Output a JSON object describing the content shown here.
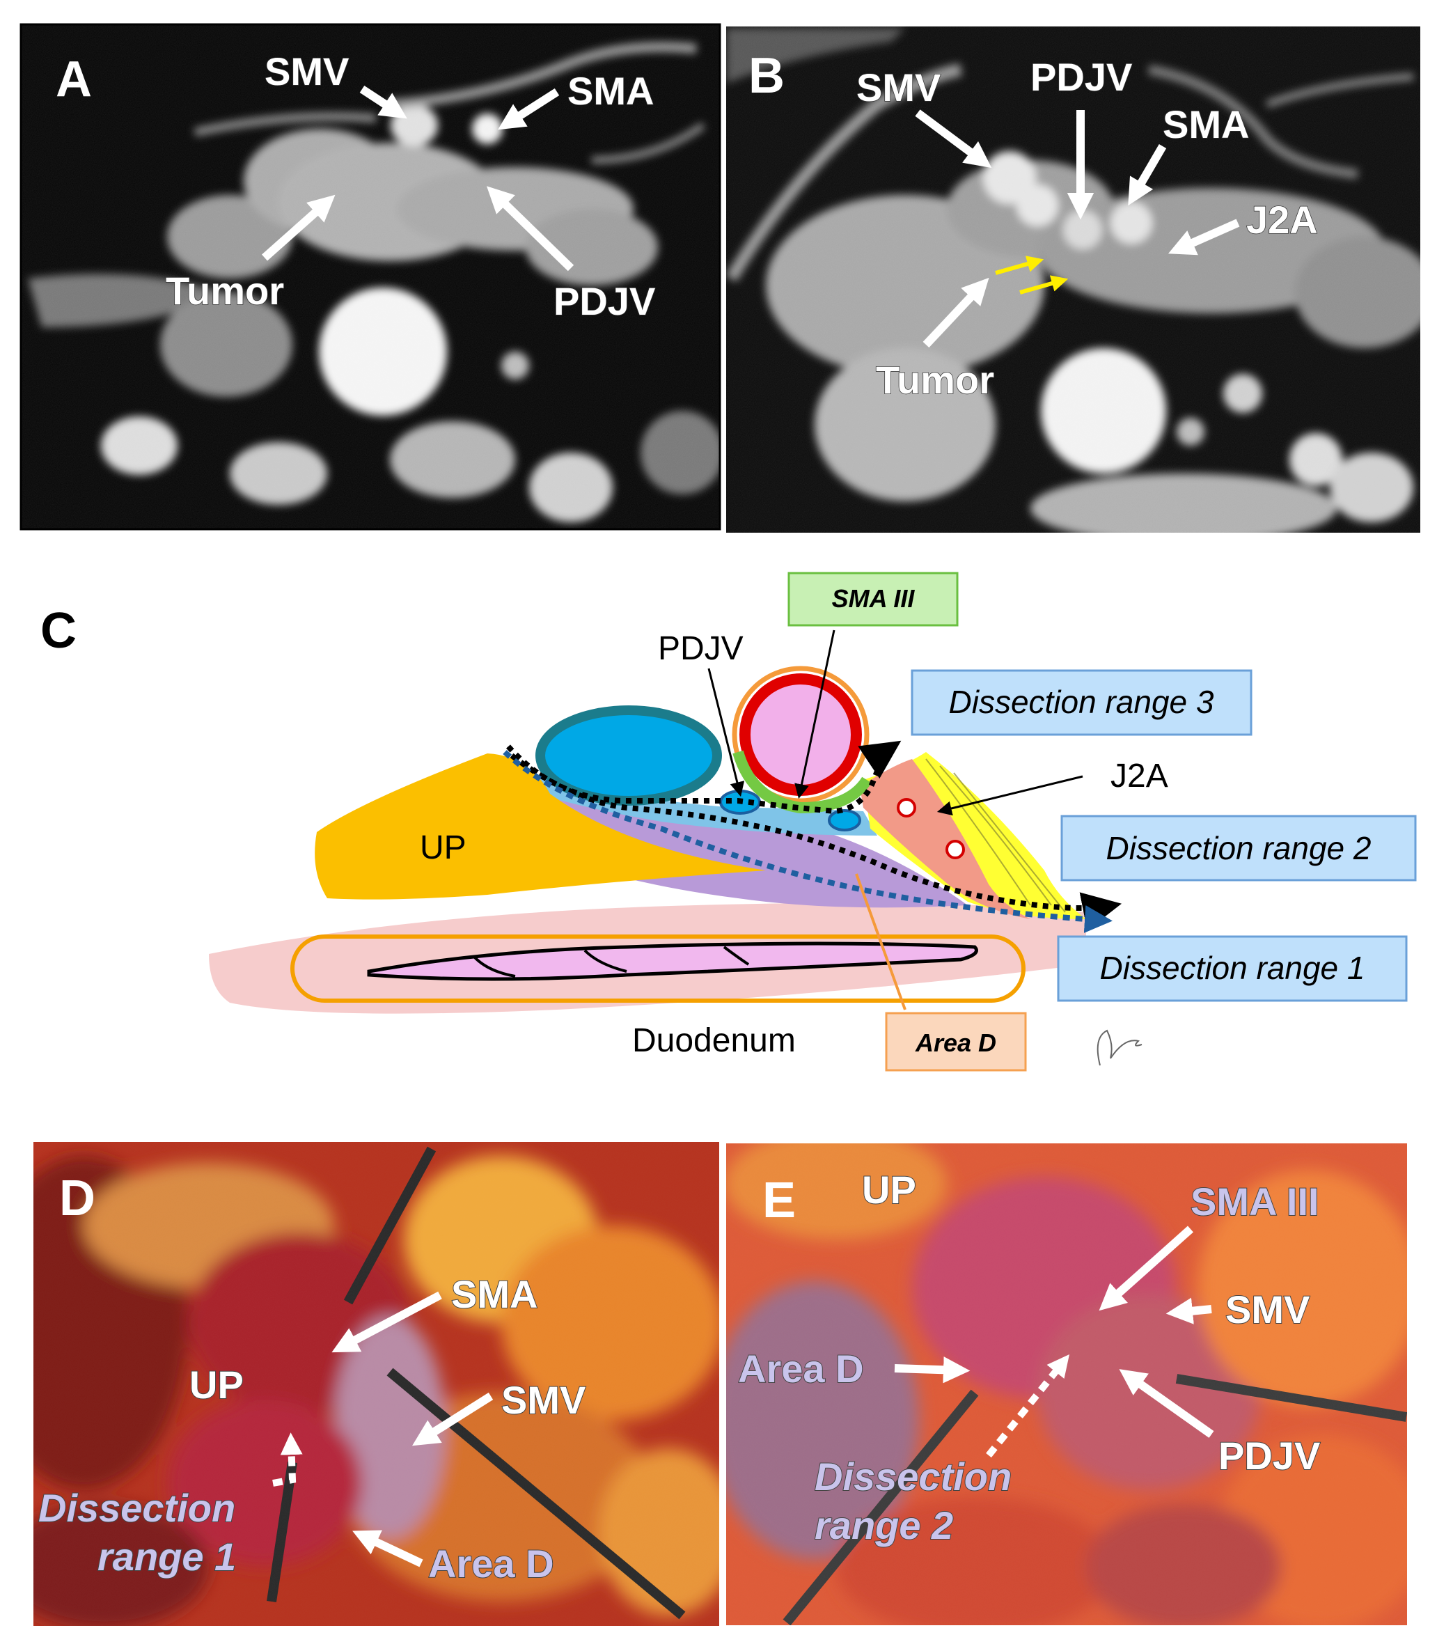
{
  "panel_a": {
    "letter": "A",
    "labels": {
      "smv": "SMV",
      "sma": "SMA",
      "tumor": "Tumor",
      "pdjv": "PDJV"
    }
  },
  "panel_b": {
    "letter": "B",
    "labels": {
      "smv": "SMV",
      "pdjv": "PDJV",
      "sma": "SMA",
      "j2a": "J2A",
      "tumor": "Tumor"
    }
  },
  "panel_c": {
    "letter": "C",
    "labels": {
      "pdjv": "PDJV",
      "j2a": "J2A",
      "up": "UP",
      "duodenum": "Duodenum"
    },
    "boxes": {
      "sma_iii": "SMA III",
      "range_3": "Dissection range 3",
      "range_2": "Dissection range 2",
      "range_1": "Dissection range 1",
      "area_d": "Area D"
    }
  },
  "panel_d": {
    "letter": "D",
    "labels": {
      "sma": "SMA",
      "smv": "SMV",
      "up": "UP",
      "area_d": "Area D",
      "dissection_line1": "Dissection",
      "dissection_line2": "range 1"
    }
  },
  "panel_e": {
    "letter": "E",
    "labels": {
      "up": "UP",
      "sma_iii": "SMA III",
      "smv": "SMV",
      "area_d": "Area D",
      "pdjv": "PDJV",
      "dissection_line1": "Dissection",
      "dissection_line2": "range 2"
    }
  },
  "colors": {
    "uncinate_process": "#fbbf00",
    "smv": "#00a8e6",
    "sma_wall": "#e00000",
    "sma_lumen": "#f2b0ea",
    "sma_iii_plexus": "#74c943",
    "area_d": "#b89ad8",
    "j2a_tissue": "#f29a88",
    "yellow_region": "#ffff33",
    "duodenum": "#f6cccc",
    "duodenum_wall": "#f5a000",
    "dissection_box": "#bfe0fb",
    "sma_iii_box": "#c8f0b4",
    "area_d_box": "#fbd7bc",
    "ct_arrow": "#ffffff",
    "tumor_invasion_arrow": "#ffee00",
    "photo_label_lavender": "#c9c4ec"
  }
}
